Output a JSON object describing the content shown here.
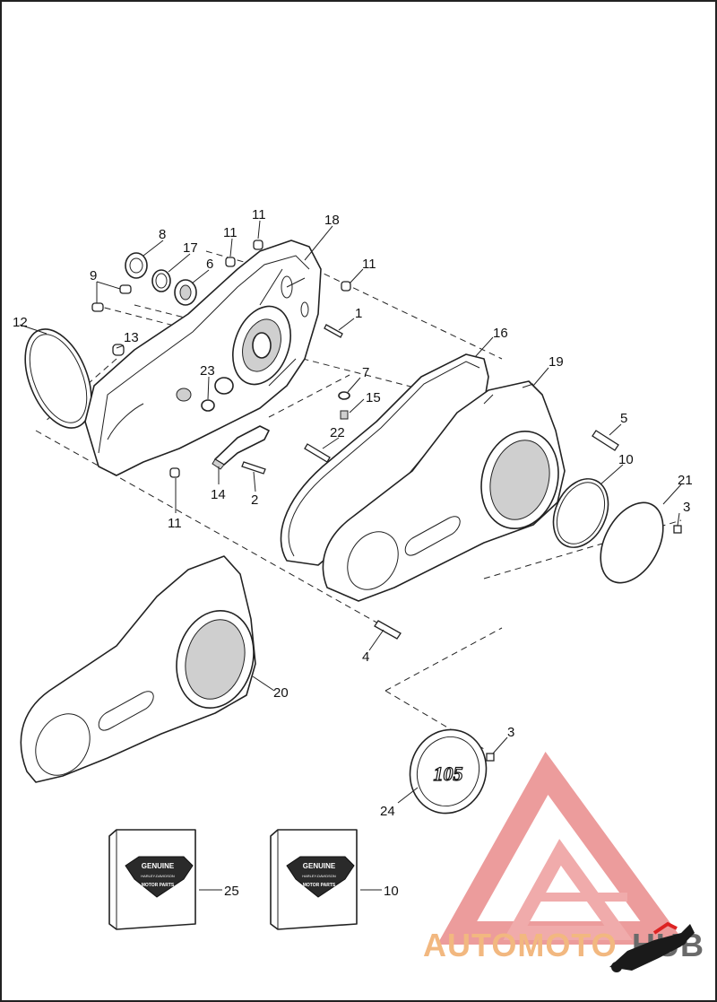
{
  "callouts": [
    {
      "id": "c1",
      "label": "1"
    },
    {
      "id": "c2",
      "label": "2"
    },
    {
      "id": "c3a",
      "label": "3"
    },
    {
      "id": "c3b",
      "label": "3"
    },
    {
      "id": "c4",
      "label": "4"
    },
    {
      "id": "c5",
      "label": "5"
    },
    {
      "id": "c6",
      "label": "6"
    },
    {
      "id": "c7",
      "label": "7"
    },
    {
      "id": "c8",
      "label": "8"
    },
    {
      "id": "c9",
      "label": "9"
    },
    {
      "id": "c10a",
      "label": "10"
    },
    {
      "id": "c10b",
      "label": "10"
    },
    {
      "id": "c11a",
      "label": "11"
    },
    {
      "id": "c11b",
      "label": "11"
    },
    {
      "id": "c11c",
      "label": "11"
    },
    {
      "id": "c11d",
      "label": "11"
    },
    {
      "id": "c12",
      "label": "12"
    },
    {
      "id": "c13",
      "label": "13"
    },
    {
      "id": "c14",
      "label": "14"
    },
    {
      "id": "c15",
      "label": "15"
    },
    {
      "id": "c16",
      "label": "16"
    },
    {
      "id": "c17",
      "label": "17"
    },
    {
      "id": "c18",
      "label": "18"
    },
    {
      "id": "c19",
      "label": "19"
    },
    {
      "id": "c20",
      "label": "20"
    },
    {
      "id": "c21",
      "label": "21"
    },
    {
      "id": "c22",
      "label": "22"
    },
    {
      "id": "c23",
      "label": "23"
    },
    {
      "id": "c24",
      "label": "24"
    },
    {
      "id": "c25",
      "label": "25"
    }
  ],
  "derby_cover_badge": "105",
  "package_lines": [
    "GENUINE",
    "HARLEY-DAVIDSON",
    "MOTOR PARTS"
  ],
  "watermark": {
    "text_part1": "AUTOMOTO",
    "text_part2": "HUB",
    "color_accent": "#f2b880",
    "color_logo": "#e87a7a",
    "color_dark": "#5a5a5a"
  }
}
